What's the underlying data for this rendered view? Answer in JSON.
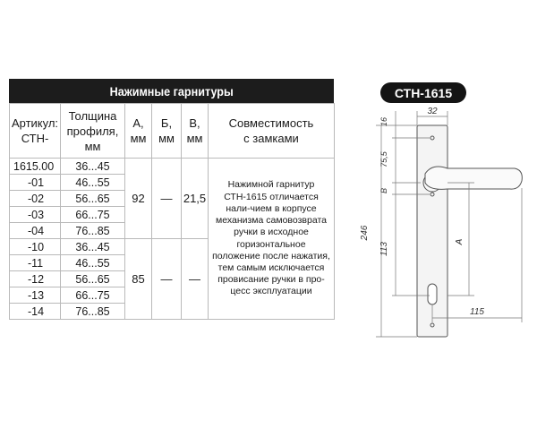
{
  "table": {
    "title": "Нажимные гарнитуры",
    "columns": {
      "article": [
        "Артикул:",
        "СТН-"
      ],
      "thickness": [
        "Толщина",
        "профиля,",
        "мм"
      ],
      "a": [
        "А,",
        "мм"
      ],
      "b": [
        "Б,",
        "мм"
      ],
      "v": [
        "В,",
        "мм"
      ],
      "compat": [
        "Совместимость",
        "с замками"
      ]
    },
    "rows": [
      {
        "article": "1615.00",
        "thickness": "36...45"
      },
      {
        "article": "-01",
        "thickness": "46...55"
      },
      {
        "article": "-02",
        "thickness": "56...65"
      },
      {
        "article": "-03",
        "thickness": "66...75"
      },
      {
        "article": "-04",
        "thickness": "76...85"
      },
      {
        "article": "-10",
        "thickness": "36...45"
      },
      {
        "article": "-11",
        "thickness": "46...55"
      },
      {
        "article": "-12",
        "thickness": "56...65"
      },
      {
        "article": "-13",
        "thickness": "66...75"
      },
      {
        "article": "-14",
        "thickness": "76...85"
      }
    ],
    "group1": {
      "a": "92",
      "b": "—",
      "v": "21,5"
    },
    "group2": {
      "a": "85",
      "b": "—",
      "v": "—"
    },
    "description": "Нажимной гарнитур СТН-1615 отличается нали-чием в корпусе механизма самовозврата ручки в исходное горизонтальное положение после нажатия, тем самым исключается провисание ручки в про-цесс эксплуатации"
  },
  "drawing": {
    "model": "СТН-1615",
    "dims": {
      "top": "16",
      "width": "32",
      "upper": "75,5",
      "height": "246",
      "b": "В",
      "lower": "113",
      "a": "А",
      "handle": "115"
    }
  }
}
